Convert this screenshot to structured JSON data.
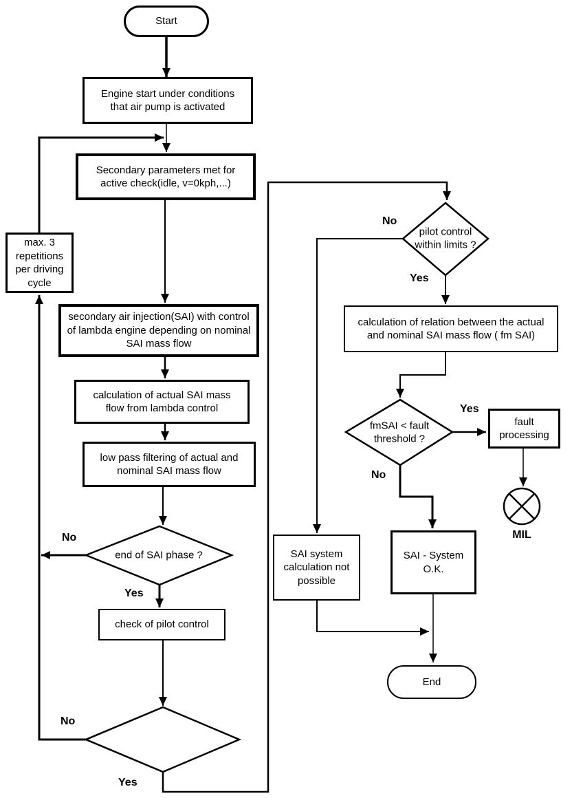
{
  "colors": {
    "line": "#000000",
    "background": "#ffffff"
  },
  "nodes": {
    "start": {
      "label": "Start"
    },
    "engine_start": {
      "label": "Engine start under conditions\nthat air pump is activated"
    },
    "secondary_params": {
      "label": "Secondary parameters met for\nactive check(idle, v=0kph,...)"
    },
    "max_repetitions": {
      "label": "max. 3\nrepetitions\nper driving\ncycle"
    },
    "sai_injection": {
      "label": "secondary air injection(SAI) with control\nof lambda engine depending on nominal\nSAI mass flow"
    },
    "calc_actual": {
      "label": "calculation of actual SAI mass\nflow from lambda control"
    },
    "low_pass": {
      "label": "low pass filtering of actual and\nnominal SAI mass flow"
    },
    "end_sai_phase": {
      "label": "end of SAI phase ?"
    },
    "check_pilot": {
      "label": "check of pilot control"
    },
    "pilot_within_limits": {
      "label": "pilot control\nwithin limits ?"
    },
    "calc_relation": {
      "label": "calculation of relation between the actual\nand nominal SAI mass flow ( fm SAI)"
    },
    "fault_threshold": {
      "label": "fmSAI < fault\nthreshold ?"
    },
    "fault_processing": {
      "label": "fault\nprocessing"
    },
    "mil": {
      "label": "MIL"
    },
    "sai_calc_not_possible": {
      "label": "SAI system\ncalculation not\npossible"
    },
    "sai_system_ok": {
      "label": "SAI - System\nO.K."
    },
    "end": {
      "label": "End"
    }
  },
  "edge_labels": {
    "end_sai_no": "No",
    "end_sai_yes": "Yes",
    "final_no": "No",
    "final_yes": "Yes",
    "pilot_no": "No",
    "pilot_yes": "Yes",
    "fault_yes": "Yes",
    "fault_no": "No"
  }
}
